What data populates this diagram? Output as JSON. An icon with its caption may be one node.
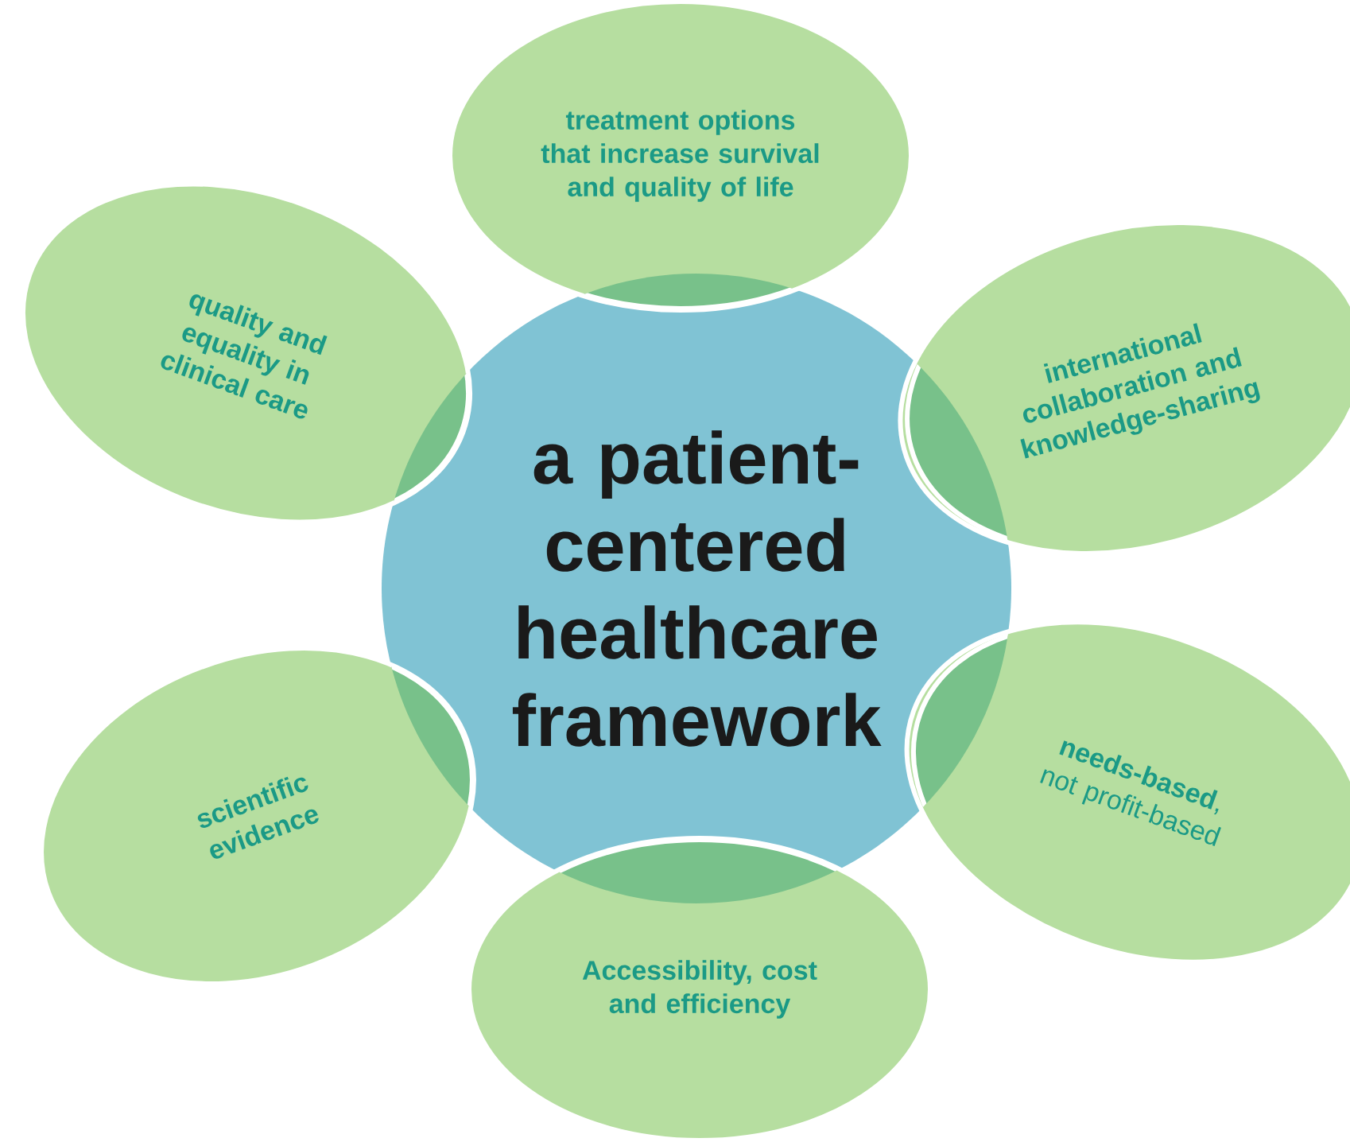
{
  "diagram": {
    "nodes": [
      {
        "text": [
          "treatment options that increase survival and quality of life"
        ]
      },
      {
        "text": [
          "quality and equality in clinical care"
        ]
      },
      {
        "text": [
          "international collaboration and knowledge-sharing"
        ]
      },
      {
        "text": [
          "a patient-centered healthcare framework"
        ]
      },
      {
        "text": [
          "scientific evidence"
        ]
      },
      {
        "text": [
          "**needs-based**, not profit-based"
        ]
      },
      {
        "text": [
          "Accessibility, cost and efficiency"
        ]
      }
    ]
  }
}
